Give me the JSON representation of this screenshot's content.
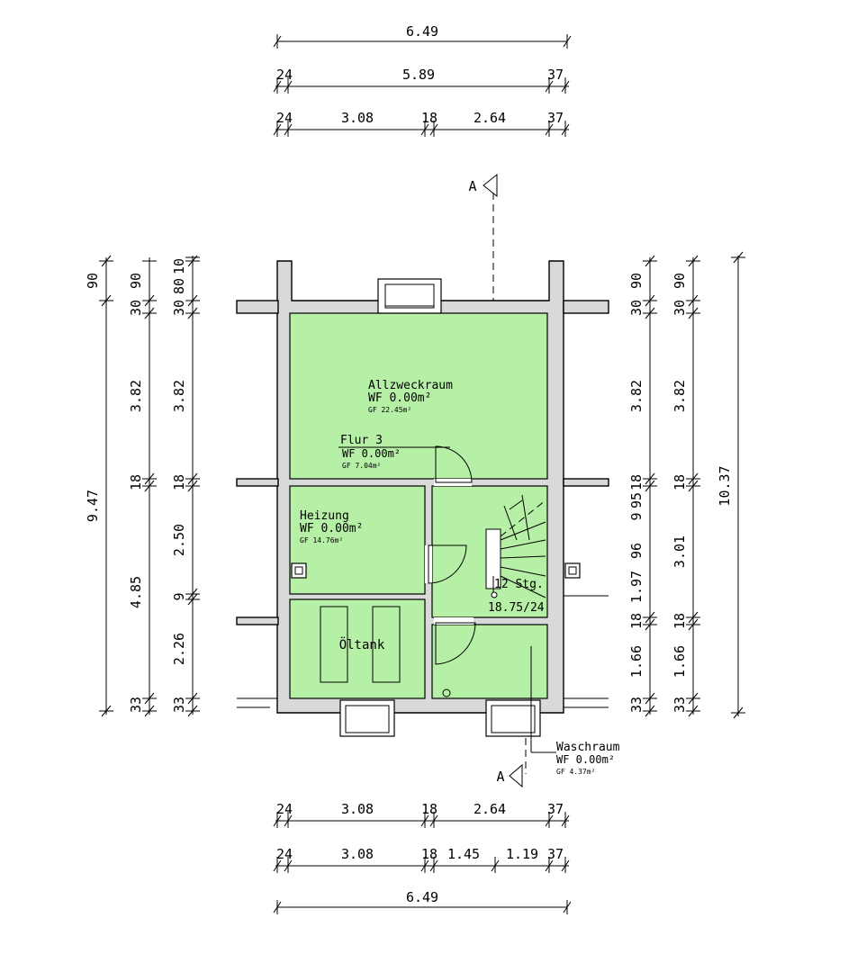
{
  "dimensions": {
    "top": {
      "row1": [
        "6.49"
      ],
      "row2": [
        "24",
        "5.89",
        "37"
      ],
      "row3": [
        "24",
        "3.08",
        "18",
        "2.64",
        "37"
      ]
    },
    "bottom": {
      "row1": [
        "24",
        "3.08",
        "18",
        "2.64",
        "37"
      ],
      "row2": [
        "24",
        "3.08",
        "18",
        "1.45",
        "1.19",
        "37"
      ],
      "row3": [
        "6.49"
      ]
    },
    "left": {
      "col1": [
        "90",
        "9.47"
      ],
      "col2": [
        "30",
        "90",
        "3.82",
        "18",
        "4.85",
        "33"
      ],
      "col3": [
        "10",
        "30",
        "80",
        "3.82",
        "18",
        "2.50",
        "9",
        "2.26",
        "33"
      ]
    },
    "right": {
      "col1": [
        "30",
        "90",
        "3.82",
        "18",
        "9",
        "95",
        "1.97",
        "96",
        "18",
        "1.66",
        "33"
      ],
      "col2": [
        "30",
        "90",
        "3.82",
        "18",
        "3.01",
        "18",
        "1.66",
        "33"
      ],
      "col3": [
        "10.37"
      ]
    }
  },
  "section_marker": "A",
  "rooms": {
    "allzweck": {
      "name": "Allzweckraum",
      "wf": "WF 0.00m²",
      "gf": "GF 22.45m²"
    },
    "flur": {
      "name": "Flur 3",
      "wf": "WF 0.00m²",
      "gf": "GF 7.04m²"
    },
    "heizung": {
      "name": "Heizung",
      "wf": "WF 0.00m²",
      "gf": "GF 14.76m²"
    },
    "oeltank": {
      "name": "Öltank"
    },
    "waschraum": {
      "name": "Waschraum",
      "wf": "WF 0.00m²",
      "gf": "GF 4.37m²"
    }
  },
  "stair": {
    "steps": "12 Stg.",
    "ratio": "18.75/24"
  },
  "colors": {
    "room_fill": "#b6f0a6",
    "wall_fill": "#d9d9d9",
    "line": "#000000"
  }
}
